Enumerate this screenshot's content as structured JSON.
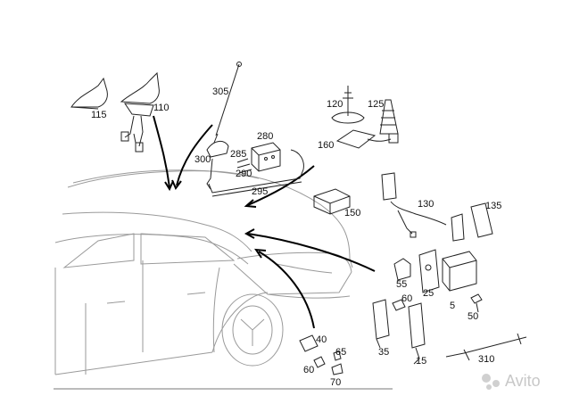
{
  "labels": {
    "p115": "115",
    "p110": "110",
    "p305": "305",
    "p120": "120",
    "p125": "125",
    "p280": "280",
    "p285": "285",
    "p290": "290",
    "p300": "300",
    "p295": "295",
    "p160": "160",
    "p130": "130",
    "p135": "135",
    "p150": "150",
    "p55": "55",
    "p25": "25",
    "p60a": "60",
    "p5": "5",
    "p50": "50",
    "p40": "40",
    "p65": "65",
    "p60b": "60",
    "p70": "70",
    "p35": "35",
    "p15": "15",
    "p310": "310"
  },
  "watermark": {
    "text": "Avito"
  }
}
